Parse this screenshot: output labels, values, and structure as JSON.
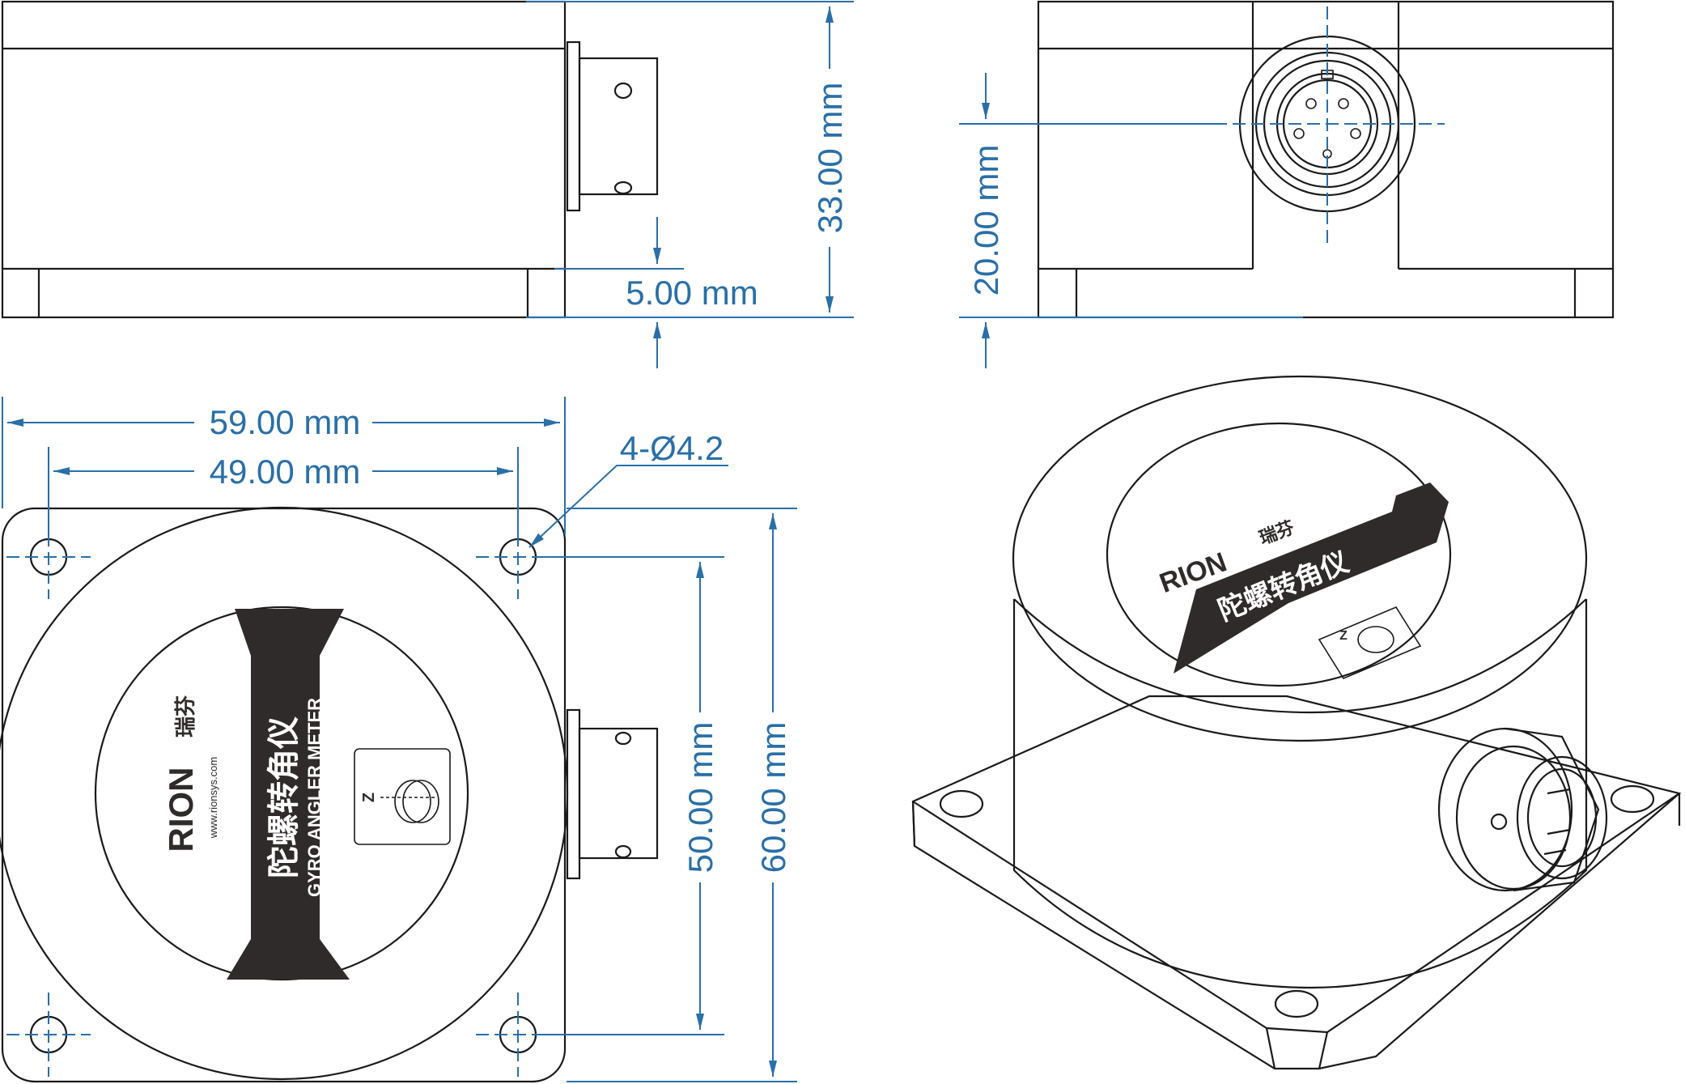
{
  "dimensions": {
    "height_side": "33.00 mm",
    "base_thickness": "5.00 mm",
    "connector_height": "20.00 mm",
    "overall_width": "59.00 mm",
    "hole_spacing_x": "49.00 mm",
    "hole_spec": "4-Ø4.2",
    "hole_spacing_y": "50.00 mm",
    "overall_depth": "60.00 mm"
  },
  "product_label": {
    "brand": "RION",
    "brand_cn": "瑞芬",
    "website": "www.rionsys.com",
    "name_cn": "陀螺转角仪",
    "name_en": "GYRO ANGLER METER",
    "axis_letter": "Z"
  },
  "colors": {
    "dimension": "#2a6fa8",
    "outline": "#1a1a1a",
    "label_band": "#2f2b2a"
  }
}
